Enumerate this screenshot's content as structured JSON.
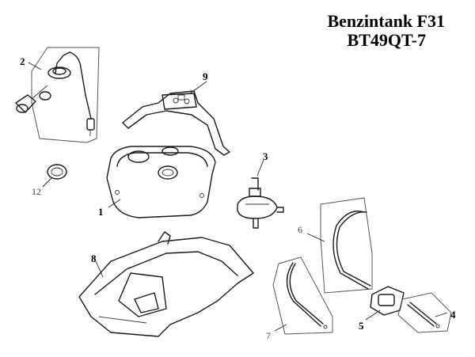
{
  "title": {
    "line1": "Benzintank F31",
    "line2": "BT49QT-7"
  },
  "callouts": [
    {
      "id": "1",
      "label": "1"
    },
    {
      "id": "2",
      "label": "2"
    },
    {
      "id": "3",
      "label": "3"
    },
    {
      "id": "4",
      "label": "4"
    },
    {
      "id": "5",
      "label": "5"
    },
    {
      "id": "6",
      "label": "6"
    },
    {
      "id": "7",
      "label": "7"
    },
    {
      "id": "8",
      "label": "8"
    },
    {
      "id": "9",
      "label": "9"
    },
    {
      "id": "12",
      "label": "12"
    }
  ]
}
